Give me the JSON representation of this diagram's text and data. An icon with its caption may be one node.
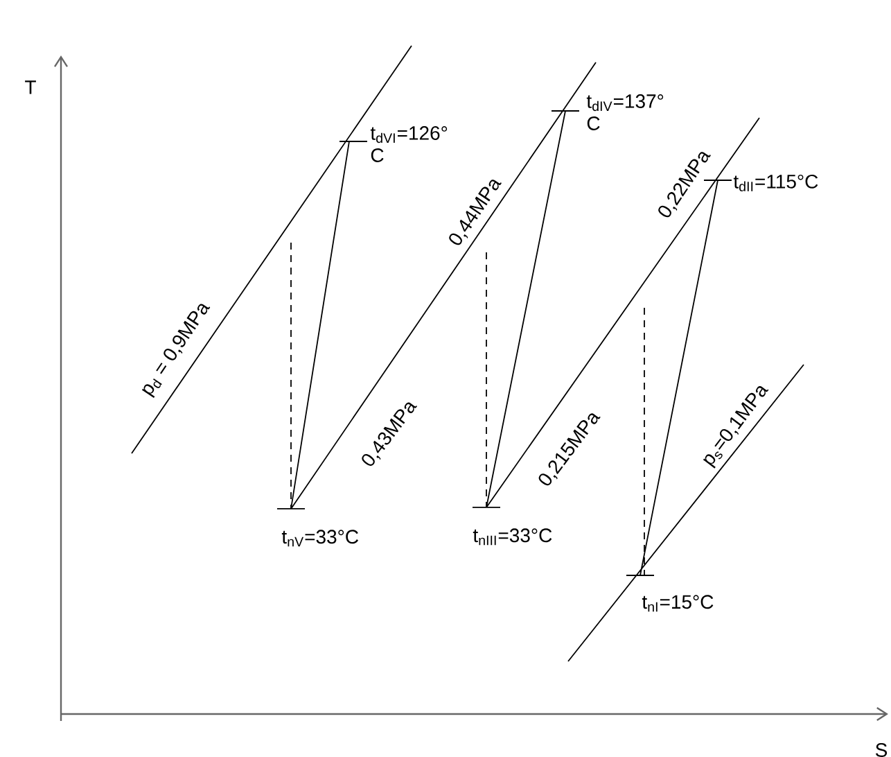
{
  "diagram": {
    "labels": [
      "T",
      "t$_{dVI}$=126° C",
      "t$_{dIV}$=137° C",
      "0,44MPa",
      "0,22MPa",
      "t$_{dII}$=115°C",
      "p$_{d}$ = 0,9MPa",
      "0,43MPa",
      "0,215MPa",
      "p$_{s}$=0,1MPa",
      "t$_{nV}$=33°C",
      "t$_{nIII}$=33°C",
      "t$_{nI}$=15°C",
      "S"
    ]
  }
}
